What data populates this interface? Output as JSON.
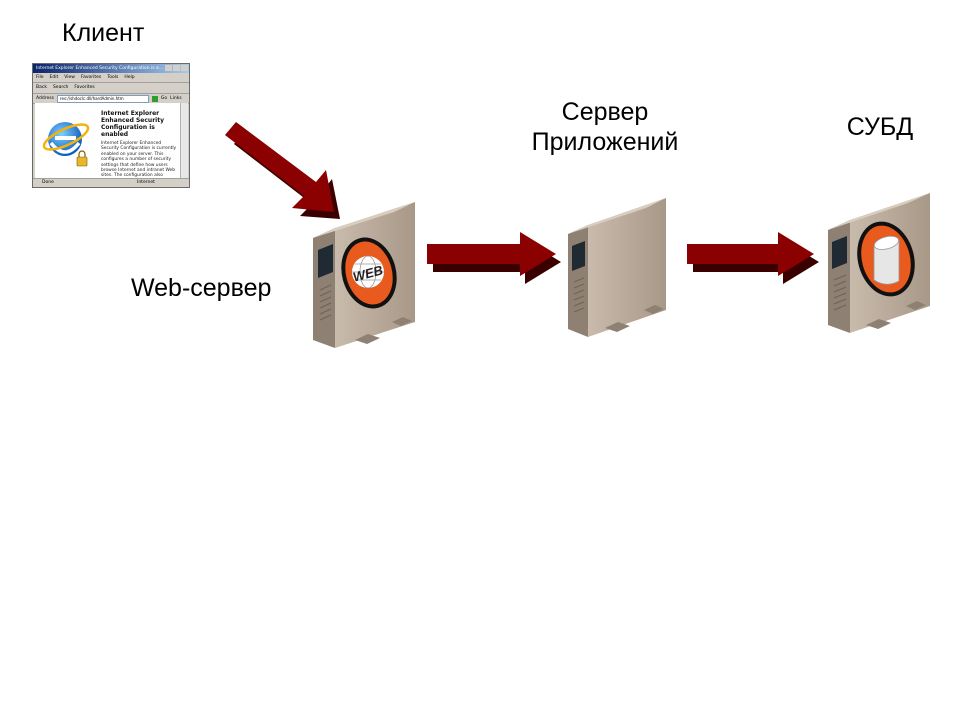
{
  "labels": {
    "client": "Клиент",
    "web_server": "Web-сервер",
    "app_server_line1": "Сервер",
    "app_server_line2": "Приложений",
    "dbms": "СУБД"
  },
  "browser": {
    "title": "Internet Explorer Enhanced Security Configuration is e...",
    "menu": [
      "File",
      "Edit",
      "View",
      "Favorites",
      "Tools",
      "Help"
    ],
    "toolbar": [
      "Back",
      "Search",
      "Favorites"
    ],
    "address_label": "Address",
    "address_value": "res://shdoclc.dll/hardAdmin.htm",
    "go_label": "Go",
    "links_label": "Links",
    "heading": "Internet Explorer Enhanced Security Configuration is enabled",
    "body": "Internet Explorer Enhanced Security Configuration is currently enabled on your server. This configures a number of security settings that define how users browse Internet and intranet Web sites. The configuration also reduces",
    "status_left": "Done",
    "status_right": "Internet"
  },
  "web_badge": "WEB",
  "colors": {
    "arrow": "#8b0000",
    "server_body": "#b8a898",
    "badge_orange": "#e85a1e"
  }
}
